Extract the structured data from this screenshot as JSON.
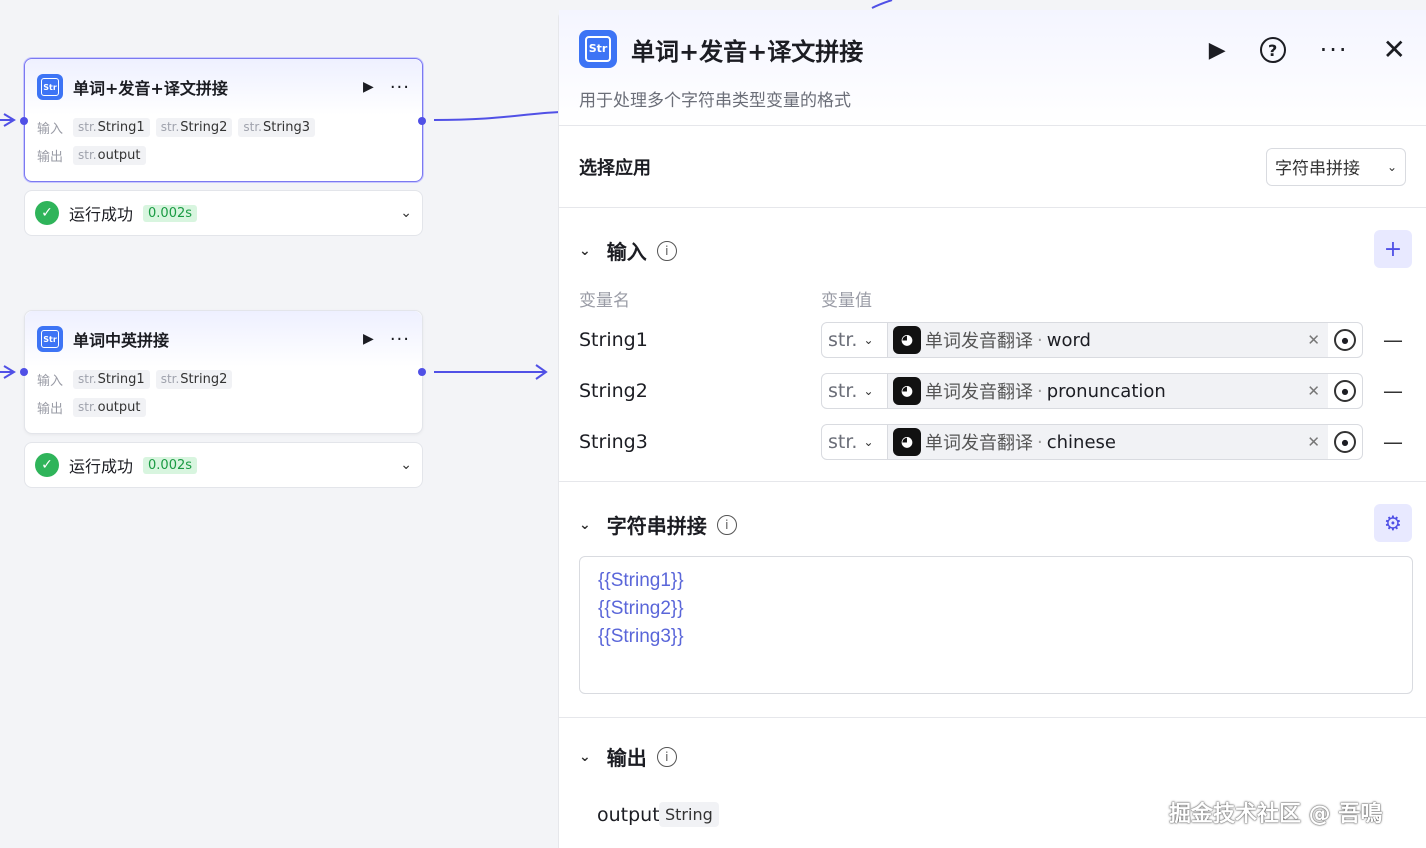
{
  "nodes": [
    {
      "title": "单词+发音+译文拼接",
      "input_label": "输入",
      "output_label": "输出",
      "inputs": [
        "String1",
        "String2",
        "String3"
      ],
      "outputs": [
        "output"
      ],
      "type_prefix": "str.",
      "status": "运行成功",
      "duration": "0.002s",
      "selected": true
    },
    {
      "title": "单词中英拼接",
      "input_label": "输入",
      "output_label": "输出",
      "inputs": [
        "String1",
        "String2"
      ],
      "outputs": [
        "output"
      ],
      "type_prefix": "str.",
      "status": "运行成功",
      "duration": "0.002s",
      "selected": false
    }
  ],
  "panel": {
    "icon_text": "Str",
    "title": "单词+发音+译文拼接",
    "description": "用于处理多个字符串类型变量的格式",
    "app_label": "选择应用",
    "app_value": "字符串拼接",
    "input_section": {
      "title": "输入",
      "col_name": "变量名",
      "col_value": "变量值",
      "rows": [
        {
          "name": "String1",
          "type": "str.",
          "ref_node": "单词发音翻译",
          "ref_field": "word"
        },
        {
          "name": "String2",
          "type": "str.",
          "ref_node": "单词发音翻译",
          "ref_field": "pronuncation"
        },
        {
          "name": "String3",
          "type": "str.",
          "ref_node": "单词发音翻译",
          "ref_field": "chinese"
        }
      ]
    },
    "concat_section": {
      "title": "字符串拼接",
      "template_lines": [
        "{{String1}}",
        "{{String2}}",
        "{{String3}}"
      ]
    },
    "output_section": {
      "title": "输出",
      "name": "output",
      "type": "String"
    }
  },
  "watermark": "掘金技术社区 @ 吾鳴",
  "colors": {
    "accent": "#5050e6",
    "icon_blue": "#3d74f5",
    "success": "#2fb45a",
    "template_text": "#5a66d9"
  }
}
